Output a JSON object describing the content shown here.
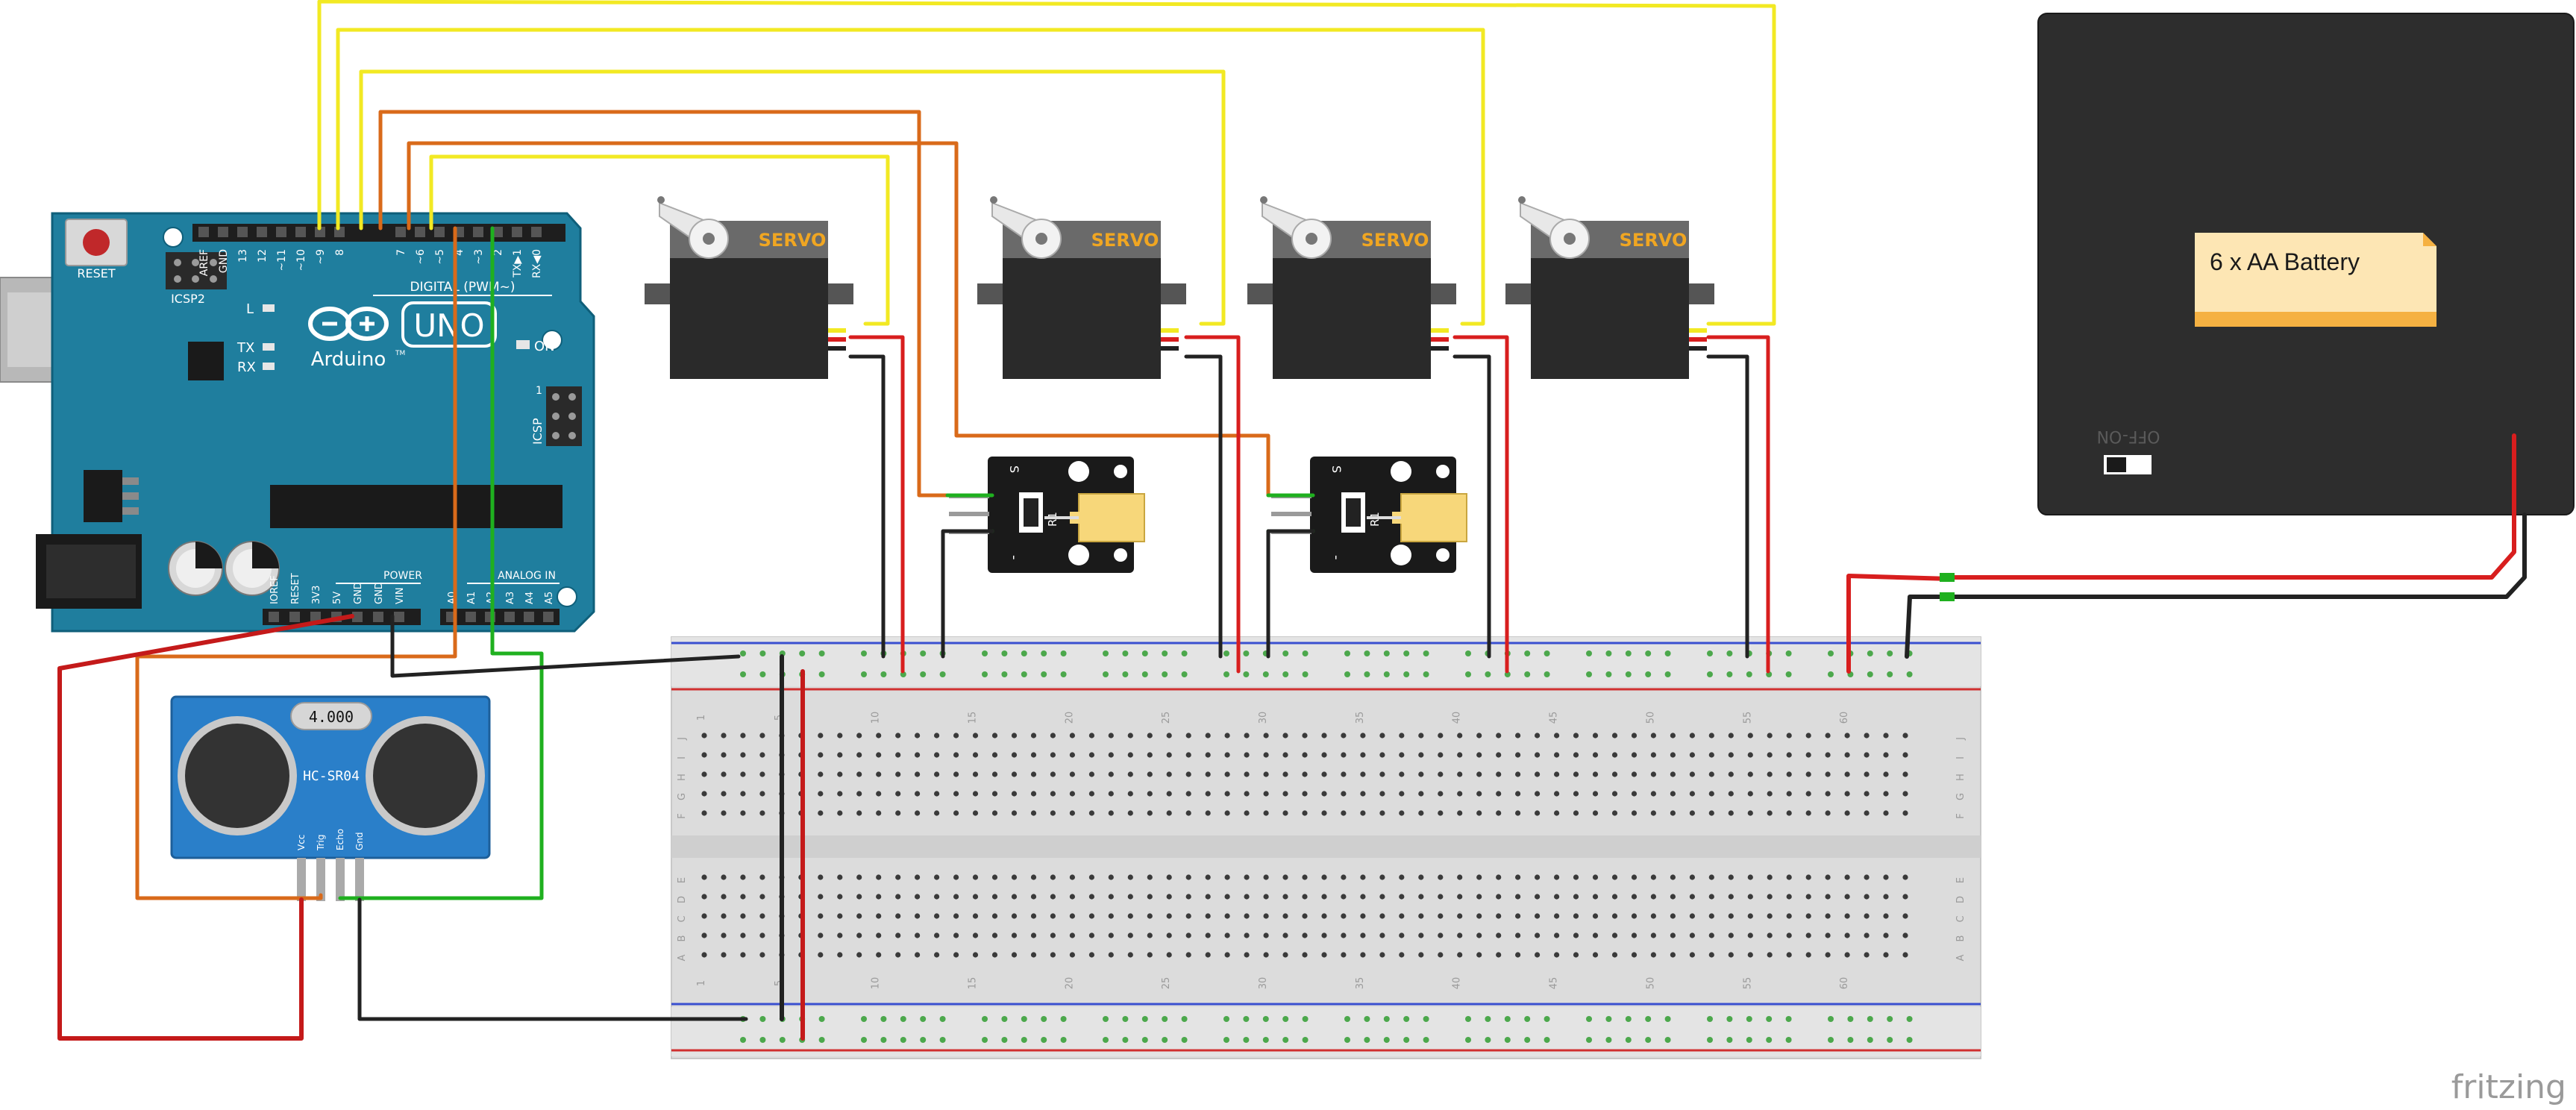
{
  "arduino": {
    "reset_label": "RESET",
    "icsp2_label": "ICSP2",
    "brand": "Arduino",
    "tm": "TM",
    "model": "UNO",
    "on_label": "ON",
    "led_l": "L",
    "led_tx": "TX",
    "led_rx": "RX",
    "icsp_label": "ICSP",
    "icsp_pin1": "1",
    "digital_label": "DIGITAL (PWM~)",
    "header_pins_left": [
      "AREF",
      "GND",
      "13",
      "12",
      "~11",
      "~10",
      "~9",
      "8"
    ],
    "header_pins_right": [
      "7",
      "~6",
      "~5",
      "4",
      "~3",
      "2",
      "TX▶1",
      "RX◀0"
    ],
    "power_label": "POWER",
    "analog_label": "ANALOG IN",
    "power_pins": [
      "IOREF",
      "RESET",
      "3V3",
      "5V",
      "GND",
      "GND",
      "VIN"
    ],
    "analog_pins": [
      "A0",
      "A1",
      "A2",
      "A3",
      "A4",
      "A5"
    ]
  },
  "servos": [
    {
      "label": "SERVO"
    },
    {
      "label": "SERVO"
    },
    {
      "label": "SERVO"
    },
    {
      "label": "SERVO"
    }
  ],
  "laser_modules": [
    {
      "pin_s": "S",
      "pin_minus": "-",
      "resistor": "R1"
    },
    {
      "pin_s": "S",
      "pin_minus": "-",
      "resistor": "R1"
    }
  ],
  "sensor": {
    "crystal": "4.000",
    "model": "HC-SR04",
    "pins": [
      "Vcc",
      "Trig",
      "Echo",
      "Gnd"
    ]
  },
  "battery": {
    "label": "6 x AA Battery",
    "switch_label": "OFF-ON"
  },
  "breadboard": {
    "column_numbers": [
      "1",
      "5",
      "10",
      "15",
      "20",
      "25",
      "30",
      "35",
      "40",
      "45",
      "50",
      "55",
      "60"
    ],
    "row_letters_top": [
      "J",
      "I",
      "H",
      "G",
      "F"
    ],
    "row_letters_bottom": [
      "E",
      "D",
      "C",
      "B",
      "A"
    ]
  },
  "watermark": "fritzing",
  "colors": {
    "board_blue": "#1f7e9e",
    "wire_yellow": "#f2e923",
    "wire_orange": "#d96a1a",
    "wire_green": "#1fb01f",
    "wire_red": "#d81e1e",
    "wire_black": "#222222",
    "battery_body": "#2d2d2d",
    "servo_body": "#2a2a2a",
    "sensor_blue": "#2a7fc9"
  }
}
